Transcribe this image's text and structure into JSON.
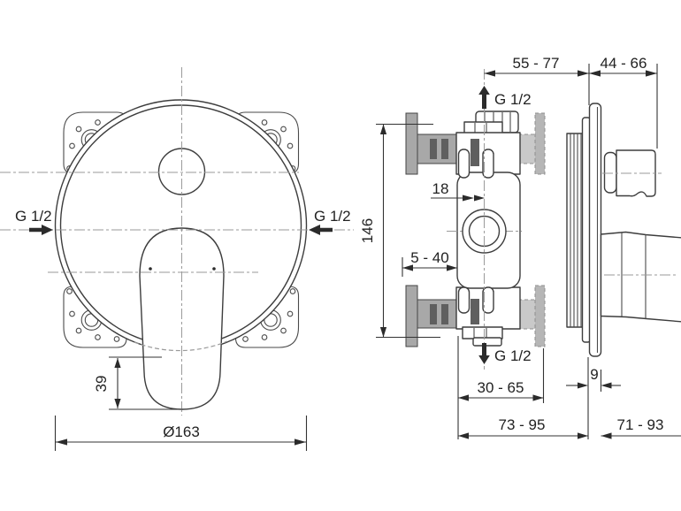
{
  "drawing": {
    "kind": "concealed shower mixer installation drawing",
    "colors": {
      "line": "#3d3d3d",
      "dimension": "#333333",
      "centerline": "#9a9a9a",
      "wall_gray": "#a8a8a8",
      "slat_dark": "#5f5f5f",
      "wall_gray_dashed": "#c9c9c9",
      "plate_bar_gray": "#b6b6b6",
      "background": "#ffffff"
    }
  },
  "front_view": {
    "thread_left": "G 1/2",
    "thread_right": "G 1/2",
    "dim_handle_offset": "39",
    "dim_plate_diameter": "Ø163"
  },
  "side_view": {
    "dim_top_left": "55 - 77",
    "dim_top_right": "44 - 66",
    "thread_top": "G 1/2",
    "thread_bottom": "G 1/2",
    "dim_cartridge_offset": "18",
    "dim_body_height": "146",
    "dim_wall_range": "5 - 40",
    "dim_depth_inner": "30 - 65",
    "dim_plate_thickness": "9",
    "dim_depth_total": "73 - 95",
    "dim_trim_depth": "71 - 93"
  }
}
